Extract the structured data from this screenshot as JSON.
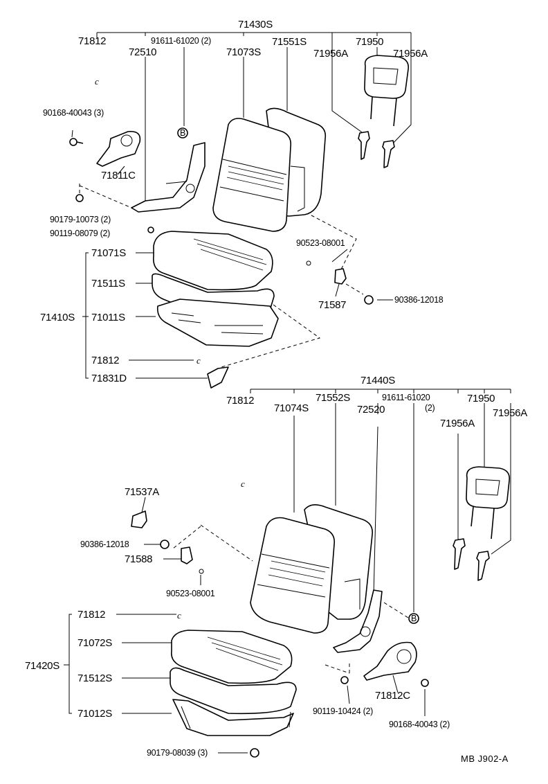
{
  "upper": {
    "group": "71430S",
    "p71812": "71812",
    "p91611": "91611-61020 (2)",
    "p72510": "72510",
    "p71073S": "71073S",
    "p71551S": "71551S",
    "p71950": "71950",
    "p71956A_left": "71956A",
    "p71956A_right": "71956A",
    "clip_c": "c",
    "p90168": "90168-40043 (3)",
    "p71811C": "71811C",
    "p90179": "90179-10073 (2)",
    "p90119": "90119-08079 (2)",
    "p90523": "90523-08001",
    "p71587": "71587",
    "p90386": "90386-12018",
    "ref_b": "B",
    "cushion_group": "71410S",
    "p71071S": "71071S",
    "p71511S": "71511S",
    "p71011S": "71011S",
    "p71812_cushion": "71812",
    "clip_c2": "c",
    "p71831D": "71831D"
  },
  "lower": {
    "group": "71440S",
    "p71812": "71812",
    "p71074S": "71074S",
    "p71552S": "71552S",
    "p91611": "91611-61020",
    "p91611_qty": "(2)",
    "p72520": "72520",
    "p71950": "71950",
    "p71956A_left": "71956A",
    "p71956A_right": "71956A",
    "clip_c": "c",
    "p71537A": "71537A",
    "p90386": "90386-12018",
    "p71588": "71588",
    "p90523": "90523-08001",
    "ref_b": "B",
    "cushion_group": "71420S",
    "p71812_cushion": "71812",
    "clip_c2": "c",
    "p71072S": "71072S",
    "p71512S": "71512S",
    "p71012S": "71012S",
    "p90179": "90179-08039 (3)",
    "p90119": "90119-10424 (2)",
    "p71812C": "71812C",
    "p90168": "90168-40043 (2)"
  },
  "footer_code": "MB  J902-A"
}
